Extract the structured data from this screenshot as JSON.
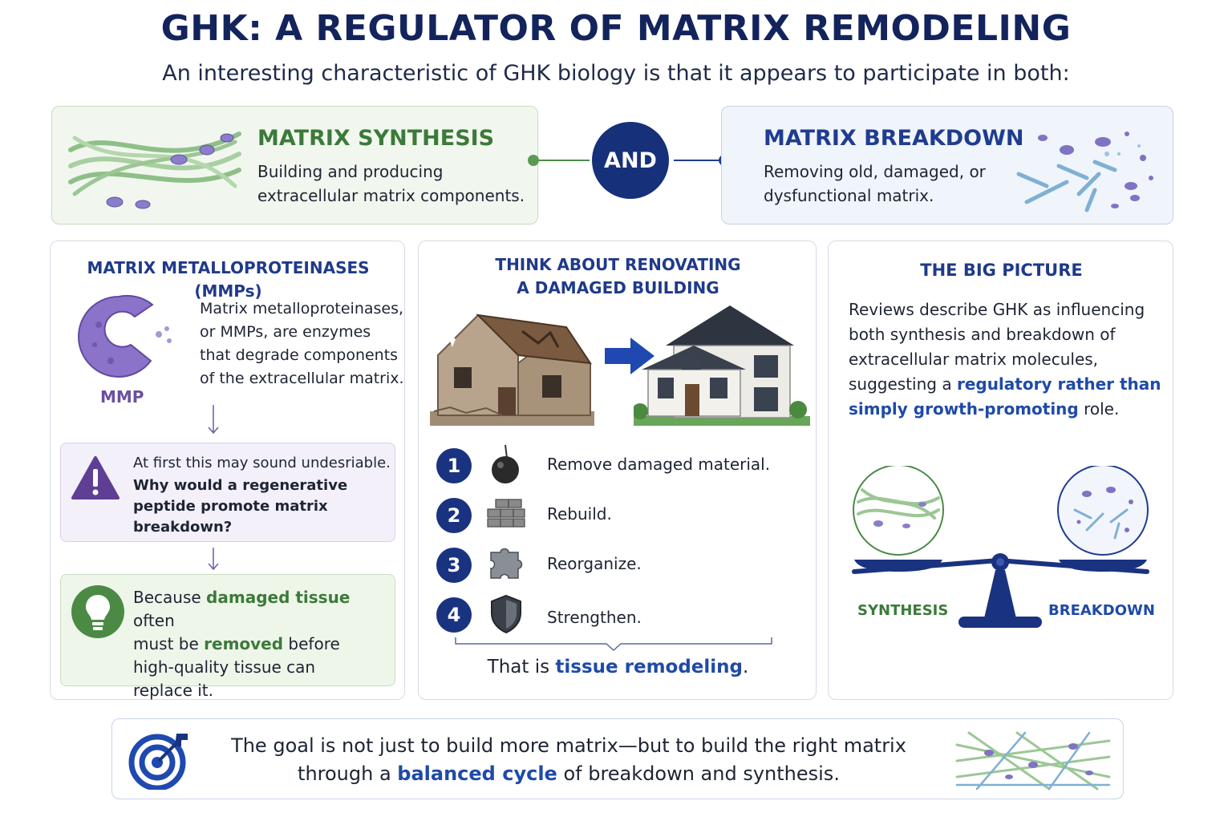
{
  "header": {
    "title": "GHK: A REGULATOR OF MATRIX REMODELING",
    "subtitle": "An interesting characteristic of GHK biology is that it appears to participate in both:"
  },
  "synthesis": {
    "title": "MATRIX SYNTHESIS",
    "line1": "Building and producing",
    "line2": "extracellular matrix components."
  },
  "connector": {
    "label": "AND"
  },
  "breakdown": {
    "title": "MATRIX BREAKDOWN",
    "line1": "Removing old, damaged, or",
    "line2": "dysfunctional matrix."
  },
  "mmp": {
    "title": "MATRIX METALLOPROTEINASES (MMPs)",
    "icon_label": "MMP",
    "desc": [
      "Matrix metalloproteinases,",
      "or MMPs, are enzymes",
      "that degrade components",
      "of the extracellular matrix."
    ],
    "question_intro": "At first this may sound undesriable.",
    "question_bold": [
      "Why would a regenerative",
      "peptide promote matrix",
      "breakdown?"
    ],
    "answer": {
      "p1": "Because ",
      "h1": "damaged tissue",
      "p2": " often",
      "p3": "must be ",
      "h2": "removed",
      "p4": " before",
      "p5": "high-quality tissue can",
      "p6": "replace it."
    }
  },
  "renovation": {
    "title_line1": "THINK ABOUT RENOVATING",
    "title_line2": "A DAMAGED BUILDING",
    "steps": [
      {
        "num": "1",
        "text": "Remove damaged material.",
        "icon": "wrecking-ball-icon"
      },
      {
        "num": "2",
        "text": "Rebuild.",
        "icon": "bricks-icon"
      },
      {
        "num": "3",
        "text": "Reorganize.",
        "icon": "puzzle-icon"
      },
      {
        "num": "4",
        "text": "Strengthen.",
        "icon": "shield-icon"
      }
    ],
    "conclusion_prefix": "That is ",
    "conclusion_highlight": "tissue remodeling",
    "conclusion_suffix": "."
  },
  "big_picture": {
    "title": "THE BIG PICTURE",
    "l1": "Reviews describe GHK as influencing",
    "l2": "both synthesis and breakdown of",
    "l3": "extracellular matrix molecules,",
    "l4a": "suggesting a ",
    "l4b": "regulatory rather than",
    "l5a": "simply growth-promoting",
    "l5b": " role.",
    "scale_left": "SYNTHESIS",
    "scale_right": "BREAKDOWN"
  },
  "footer": {
    "line1": "The goal is not just to build more matrix—but to build the right matrix",
    "line2_prefix": "through a ",
    "line2_highlight": "balanced cycle",
    "line2_suffix": " of breakdown and synthesis."
  },
  "colors": {
    "navy": "#13235c",
    "green": "#3c7a3a",
    "blue": "#1f4aa8",
    "purple": "#6b4fa0"
  }
}
